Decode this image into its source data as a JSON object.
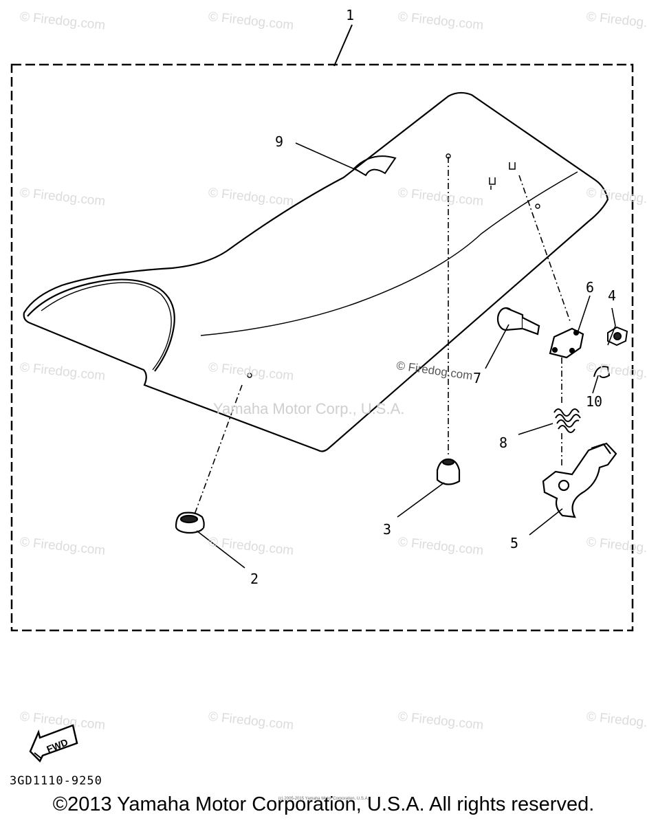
{
  "watermark_text": "© Firedog.com",
  "center_watermark": "Yamaha Motor Corp., U.S.A.",
  "center_watermark_dark": "© Firedog.com",
  "callouts": [
    "1",
    "2",
    "3",
    "4",
    "5",
    "6",
    "7",
    "8",
    "9",
    "10"
  ],
  "fwd_label": "FWD",
  "part_code": "3GD1110-9250",
  "small_copyright": "(c) 2005-2015 Yamaha Motor Corporation, U.S.A.",
  "copyright": "©2013 Yamaha Motor Corporation, U.S.A. All rights reserved."
}
